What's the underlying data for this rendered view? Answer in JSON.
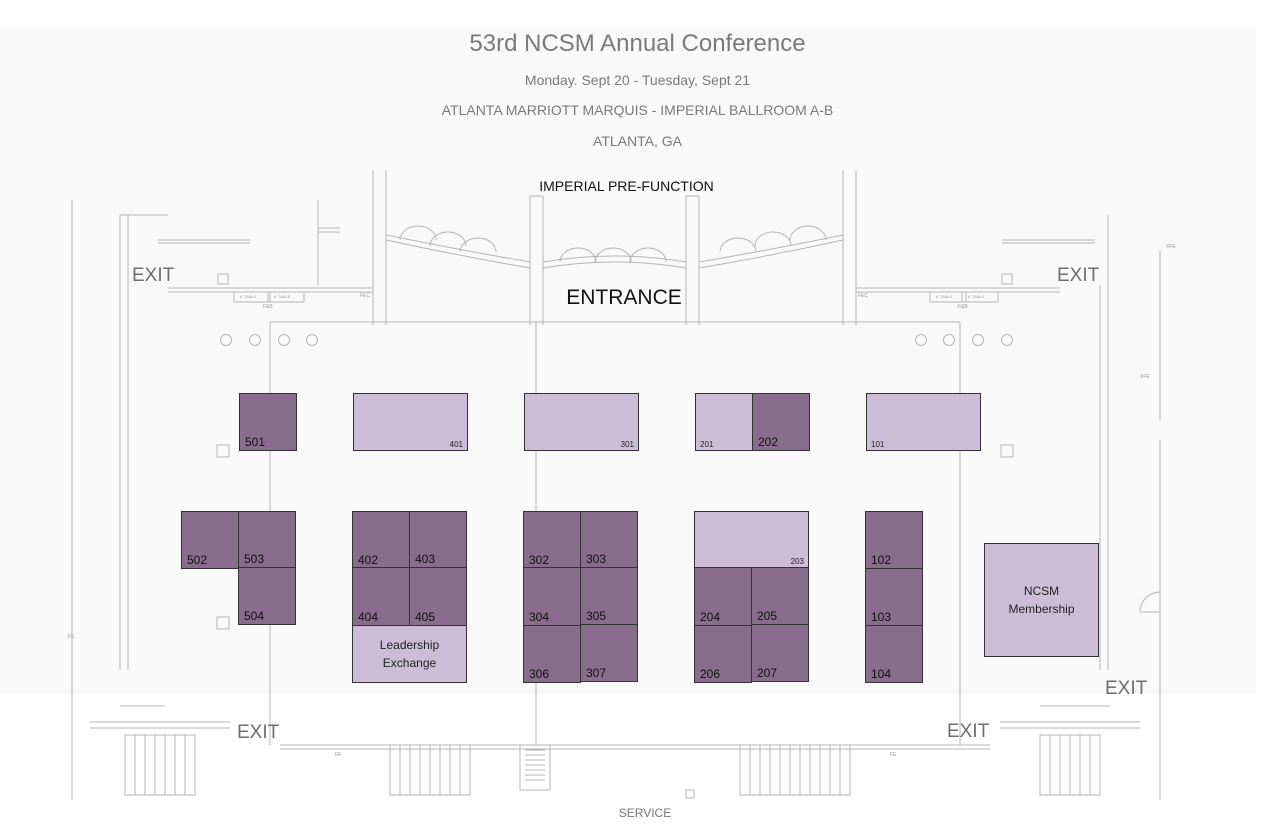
{
  "header": {
    "title": "53rd NCSM Annual Conference",
    "dates": "Monday. Sept 20 - Tuesday, Sept 21",
    "venue": "ATLANTA MARRIOTT MARQUIS - IMPERIAL BALLROOM A-B",
    "city": "ATLANTA, GA"
  },
  "labels": {
    "pre_function": "IMPERIAL PRE-FUNCTION",
    "entrance": "ENTRANCE",
    "exit": "EXIT",
    "service": "SERVICE",
    "fec": "FEC",
    "fe": "FE",
    "fab": "F&B",
    "table": "6' TABLE",
    "xfe": "XFE"
  },
  "booths": {
    "b501": "501",
    "b401": "401",
    "b301": "301",
    "b201": "201",
    "b202": "202",
    "b101": "101",
    "b502": "502",
    "b503": "503",
    "b504": "504",
    "b402": "402",
    "b403": "403",
    "b404": "404",
    "b405": "405",
    "b302": "302",
    "b303": "303",
    "b304": "304",
    "b305": "305",
    "b306": "306",
    "b307": "307",
    "b203": "203",
    "b204": "204",
    "b205": "205",
    "b206": "206",
    "b207": "207",
    "b102": "102",
    "b103": "103",
    "b104": "104"
  },
  "special": {
    "leadership_line1": "Leadership",
    "leadership_line2": "Exchange",
    "membership_line1": "NCSM",
    "membership_line2": "Membership"
  },
  "colors": {
    "occupied": "#896d8d",
    "available": "#cdbcd6"
  }
}
